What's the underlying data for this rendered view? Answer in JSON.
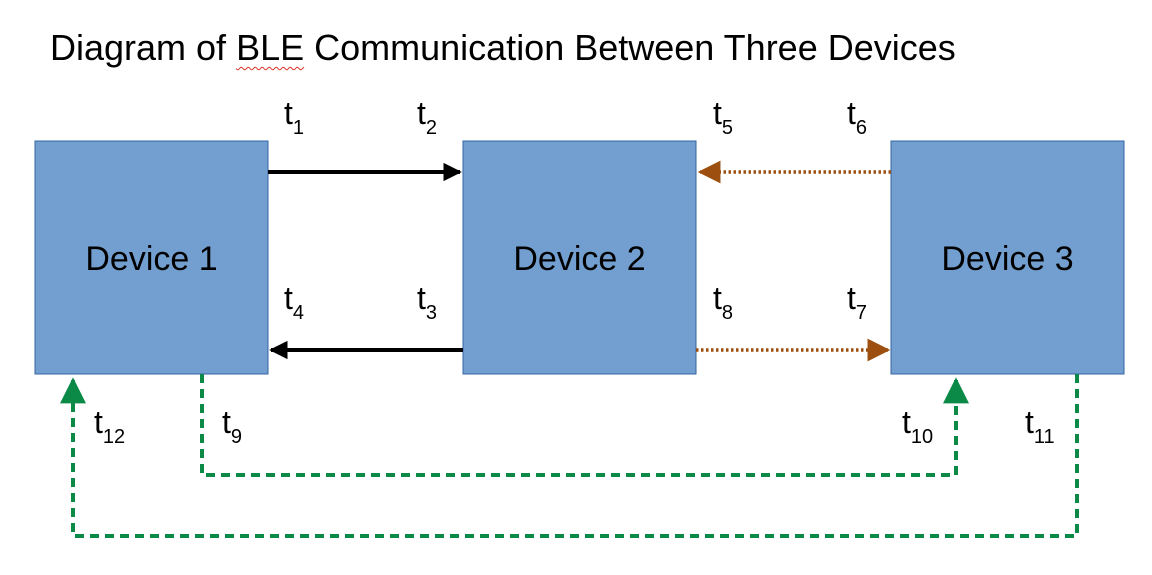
{
  "title": {
    "prefix": "Diagram of ",
    "ble": "BLE",
    "suffix": " Communication Between Three Devices"
  },
  "devices": [
    {
      "label": "Device 1"
    },
    {
      "label": "Device 2"
    },
    {
      "label": "Device 3"
    }
  ],
  "time_labels": {
    "t1": {
      "base": "t",
      "sub": "1"
    },
    "t2": {
      "base": "t",
      "sub": "2"
    },
    "t3": {
      "base": "t",
      "sub": "3"
    },
    "t4": {
      "base": "t",
      "sub": "4"
    },
    "t5": {
      "base": "t",
      "sub": "5"
    },
    "t6": {
      "base": "t",
      "sub": "6"
    },
    "t7": {
      "base": "t",
      "sub": "7"
    },
    "t8": {
      "base": "t",
      "sub": "8"
    },
    "t9": {
      "base": "t",
      "sub": "9"
    },
    "t10": {
      "base": "t",
      "sub": "10"
    },
    "t11": {
      "base": "t",
      "sub": "11"
    },
    "t12": {
      "base": "t",
      "sub": "12"
    }
  },
  "colors": {
    "device_fill": "#729fcf",
    "device_stroke": "#3465a4",
    "arrow_d1_d2": "#000000",
    "arrow_d2_d3": "#9c4f0f",
    "arrow_d1_d3": "#0a8a46"
  }
}
